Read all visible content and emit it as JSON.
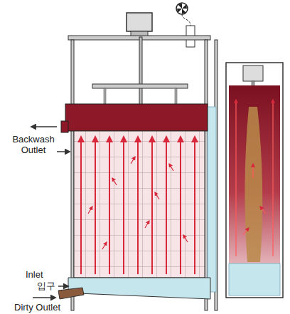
{
  "diagram": {
    "labels": [
      "Backwash Outlet",
      "Inlet",
      "입구",
      "Dirty Outlet"
    ]
  }
}
